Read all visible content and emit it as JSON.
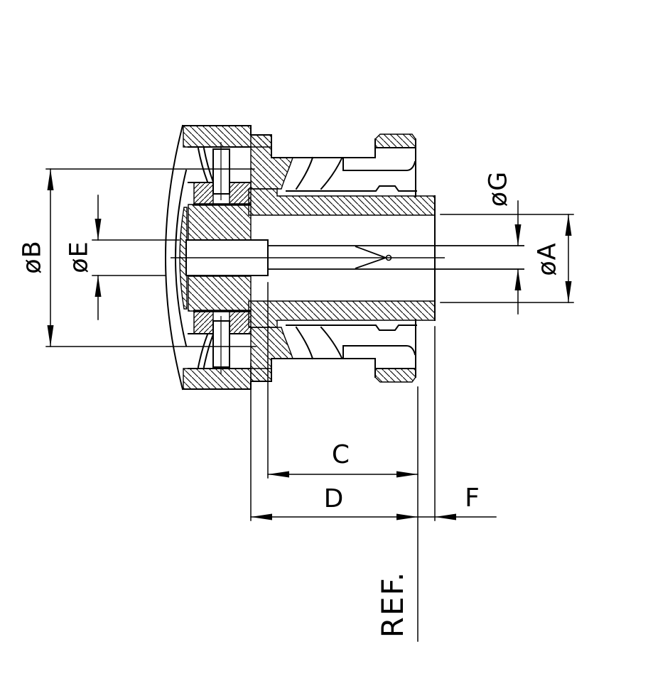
{
  "drawing": {
    "colors": {
      "background": "#ffffff",
      "line": "#000000"
    },
    "dimension_labels": {
      "b": "øB",
      "e": "øE",
      "g": "øG",
      "a": "øA",
      "c": "C",
      "d": "D",
      "f": "F",
      "ref": "REF."
    }
  }
}
